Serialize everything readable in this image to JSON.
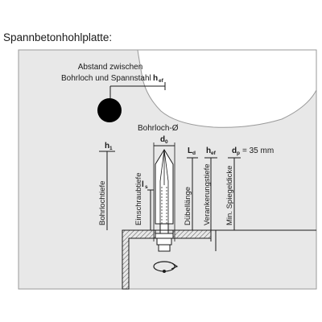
{
  "title": "Spannbetonhohlplatte:",
  "labels": {
    "abstand_line1": "Abstand zwischen",
    "abstand_line2": "Bohrloch und Spannstahl",
    "abstand_symbol": "h",
    "abstand_symbol_sub": "ef",
    "bohrloch_d": "Bohrloch-Ø",
    "d0_symbol": "d",
    "d0_sub": "0",
    "h1_symbol": "h",
    "h1_sub": "1",
    "ld_symbol": "L",
    "ld_sub": "d",
    "hef_symbol": "h",
    "hef_sub": "ef",
    "dp_symbol": "d",
    "dp_sub": "p",
    "dp_value": "= 35 mm",
    "ls_symbol": "l",
    "ls_sub": "s"
  },
  "vertical_labels": {
    "bohrlochtiefe": "Bohrlochtiefe",
    "einschraubtiefe": "Einschraubtiefe",
    "duebellaenge": "Dübellänge",
    "verankerungstiefe": "Verankerungstiefe",
    "min_spiegeldicke": "Min. Spiegeldicke"
  },
  "colors": {
    "slab": "#e8e8e8",
    "slab_edge": "#9a9a9a",
    "void": "#ffffff",
    "strand": "#000000",
    "line": "#1a1a1a",
    "dowel_fill": "#dcdcdc"
  }
}
